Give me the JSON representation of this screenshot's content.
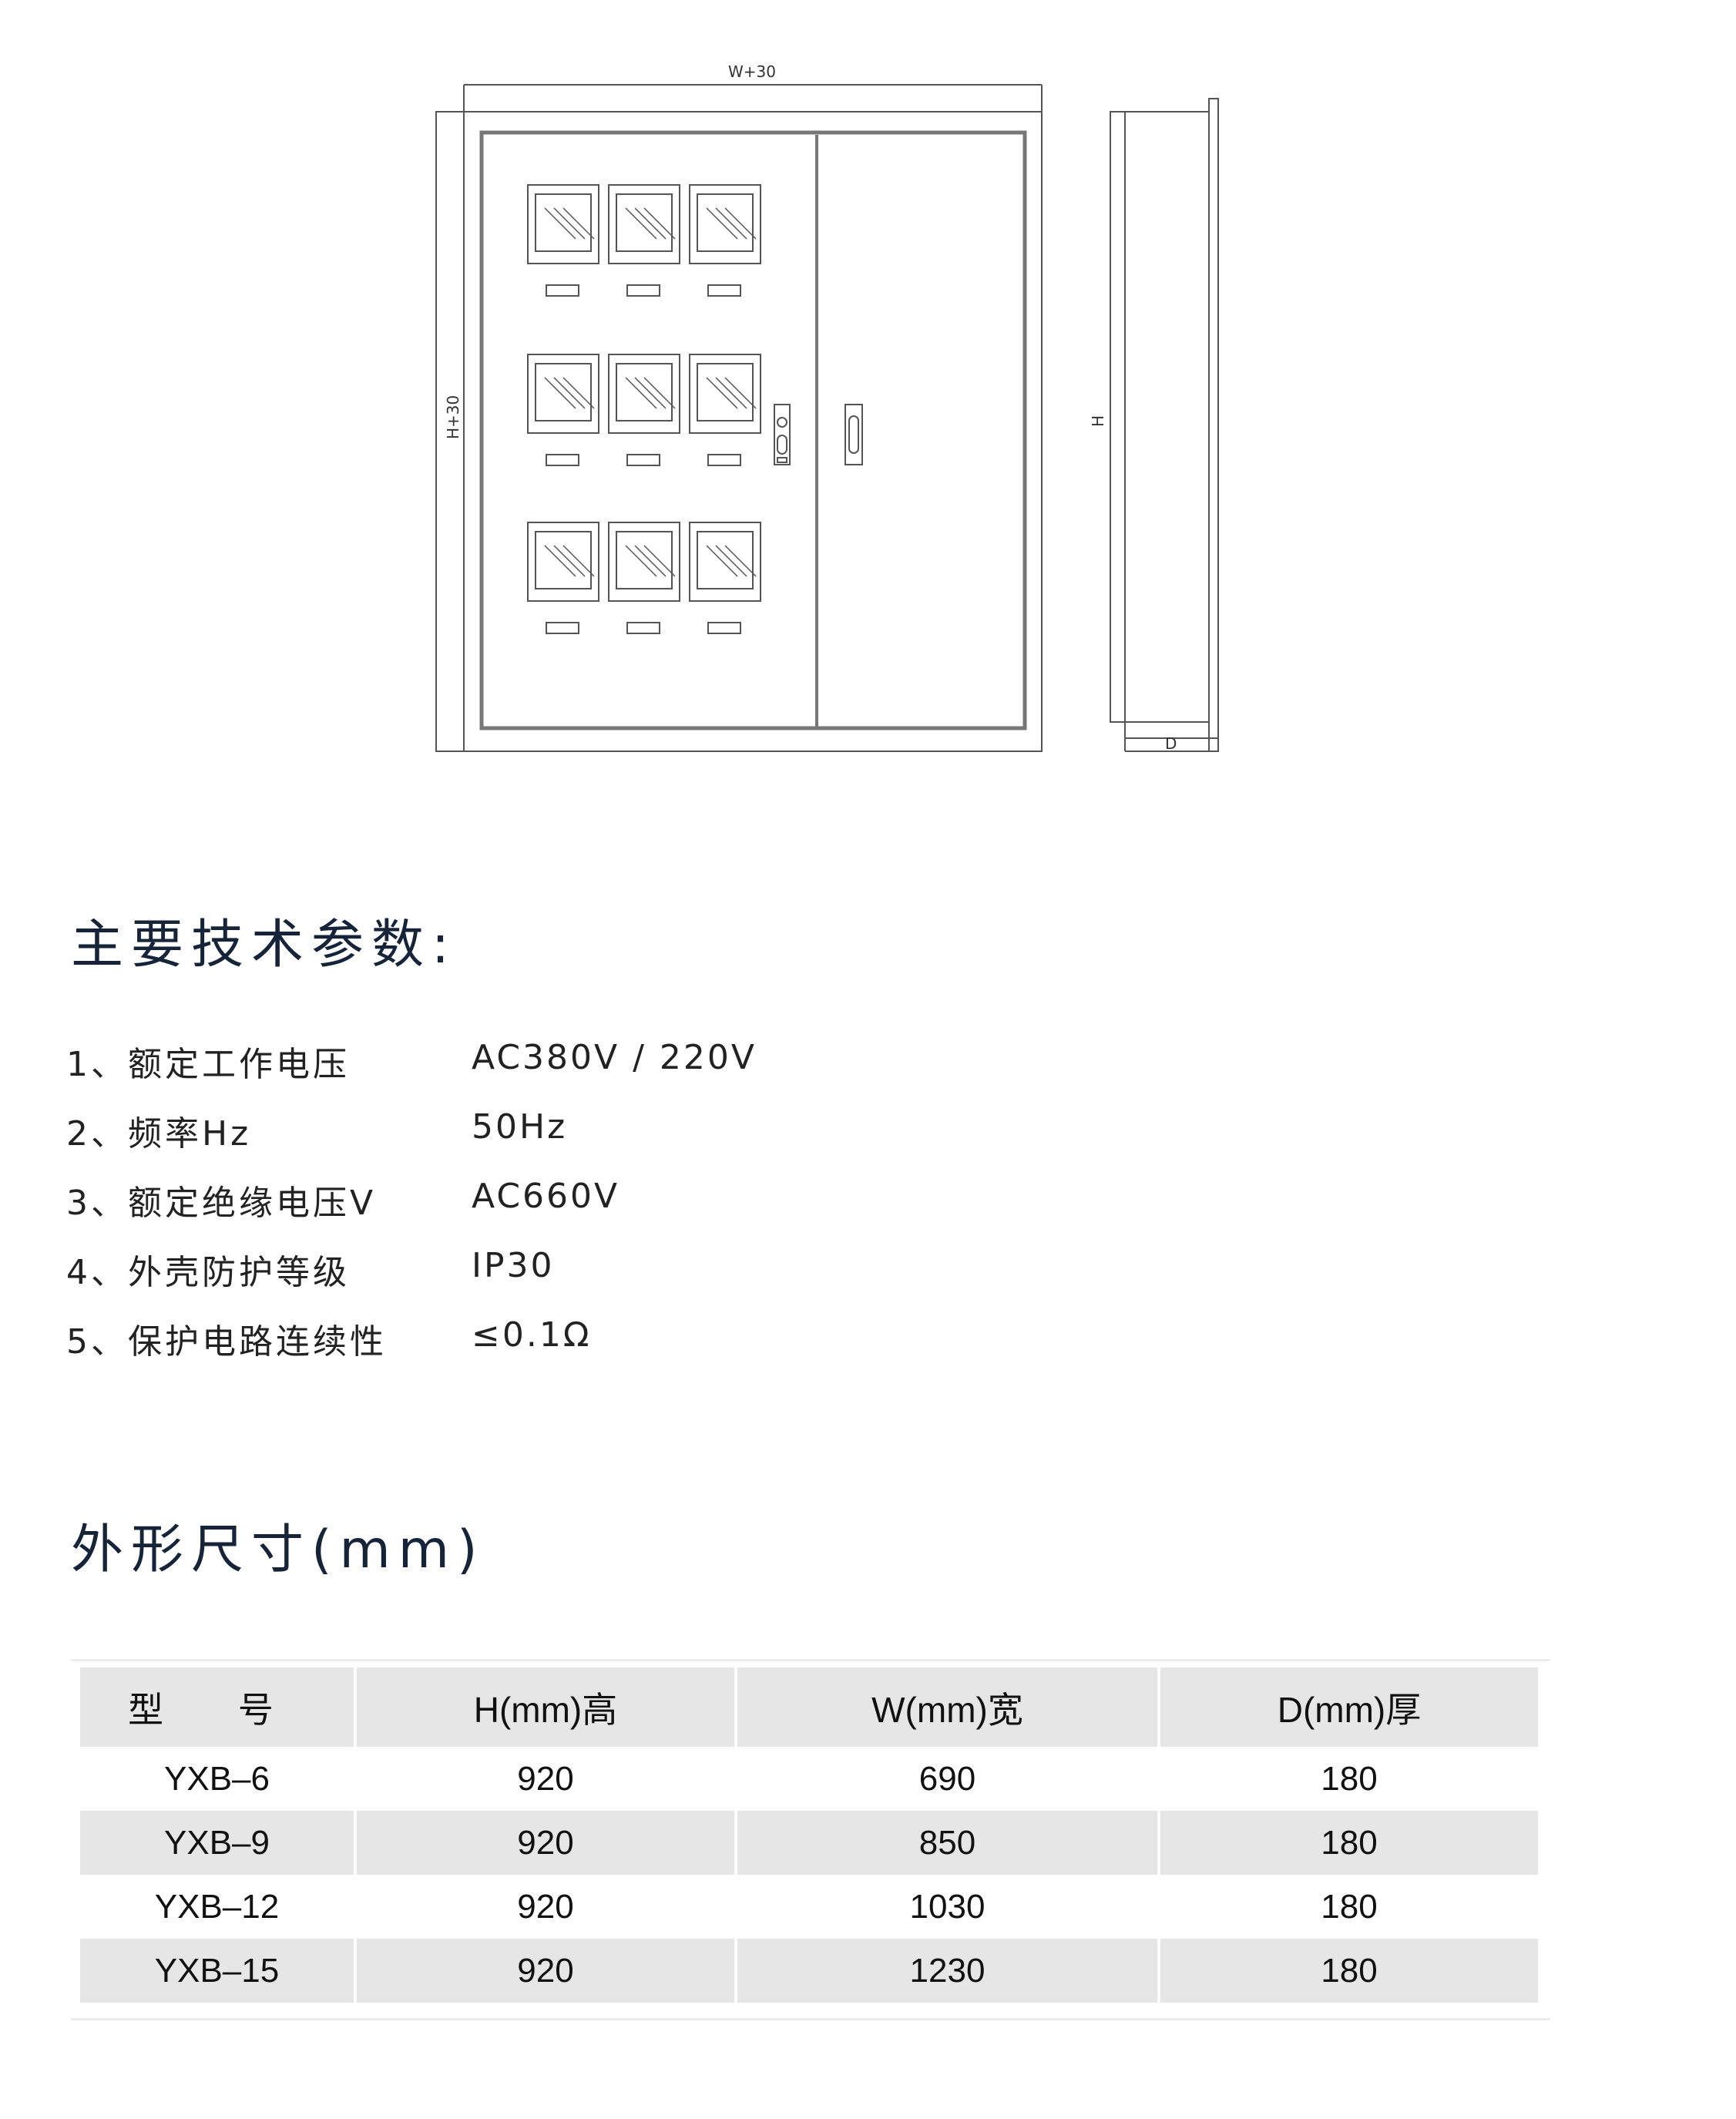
{
  "diagram": {
    "labels": {
      "width": "W+30",
      "height": "H+30",
      "side_height": "H",
      "depth": "D"
    }
  },
  "parameters": {
    "title": "主要技术参数:",
    "items": [
      {
        "label": "1、额定工作电压",
        "value": "AC380V / 220V"
      },
      {
        "label": "2、频率Hz",
        "value": "50Hz"
      },
      {
        "label": "3、额定绝缘电压V",
        "value": "AC660V"
      },
      {
        "label": "4、外壳防护等级",
        "value": "IP30"
      },
      {
        "label": "5、保护电路连续性",
        "value": "≤0.1Ω"
      }
    ]
  },
  "dimensions": {
    "title": "外形尺寸(mm)",
    "headers": [
      "型  号",
      "H(mm)高",
      "W(mm)宽",
      "D(mm)厚"
    ],
    "rows": [
      [
        "YXB–6",
        "920",
        "690",
        "180"
      ],
      [
        "YXB–9",
        "920",
        "850",
        "180"
      ],
      [
        "YXB–12",
        "920",
        "1030",
        "180"
      ],
      [
        "YXB–15",
        "920",
        "1230",
        "180"
      ]
    ]
  }
}
